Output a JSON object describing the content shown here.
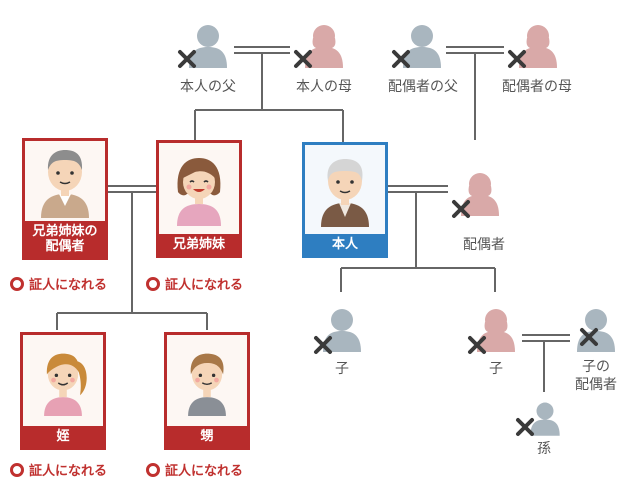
{
  "people": {
    "self_father": "本人の父",
    "self_mother": "本人の母",
    "spouse_father": "配偶者の父",
    "spouse_mother": "配偶者の母",
    "spouse": "配偶者",
    "child_1": "子",
    "child_2": "子",
    "child_spouse_line1": "子の",
    "child_spouse_line2": "配偶者",
    "grandchild": "孫"
  },
  "cards": {
    "sibling_spouse_line1": "兄弟姉妹の",
    "sibling_spouse_line2": "配偶者",
    "sibling": "兄弟姉妹",
    "self": "本人",
    "niece": "姪",
    "nephew": "甥"
  },
  "witness_label": "証人になれる",
  "colors": {
    "eligible": "#b82c2c",
    "self": "#2e7ec1",
    "male_silhouette": "#a9b6bf",
    "female_silhouette": "#d9a9a8",
    "cross": "#3a3a3a"
  }
}
